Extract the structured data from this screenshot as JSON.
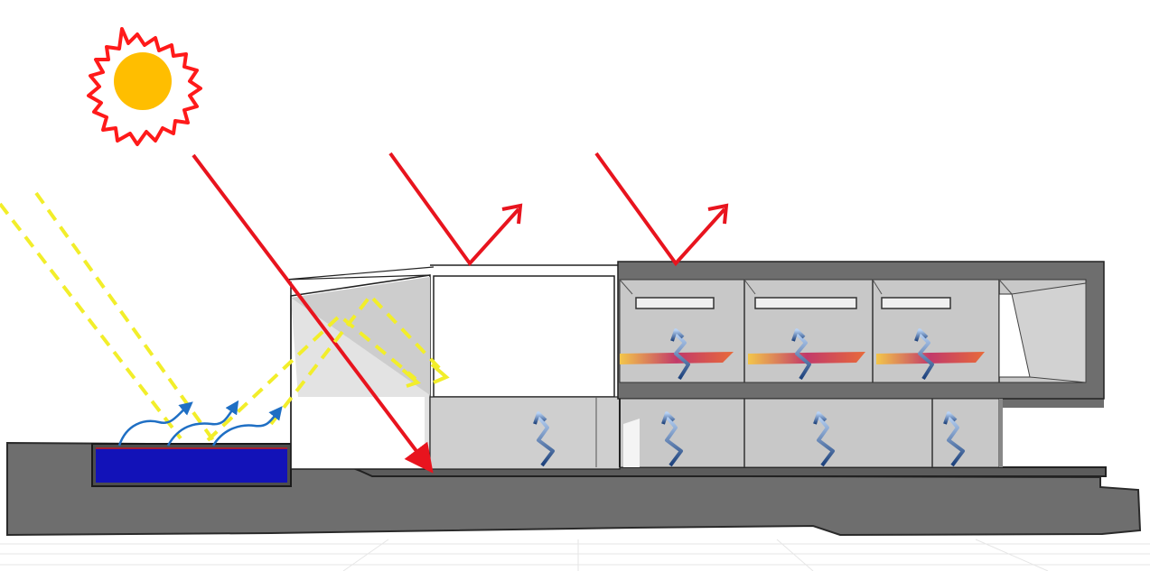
{
  "diagram": {
    "kind": "building-section-solar-diagram",
    "colors": {
      "ground": "#6e6e6e",
      "building_fill": "#c8c8c8",
      "pool_water": "#1212b8",
      "sun_core": "#ffbe00",
      "sun_halo": "#ff1a1a",
      "direct_sun_ray": "#e8141e",
      "diffuse_ray": "#f2ee2a",
      "evaporation_arrow": "#1f6fc4",
      "convection_arrow": "#8fb7ea",
      "radiant_floor": "#c0396b"
    },
    "elements": {
      "sun": "sun-icon",
      "pool": "pool",
      "roof_reflections": 2,
      "rooms_upper": 3,
      "rooms_lower": 4
    }
  }
}
